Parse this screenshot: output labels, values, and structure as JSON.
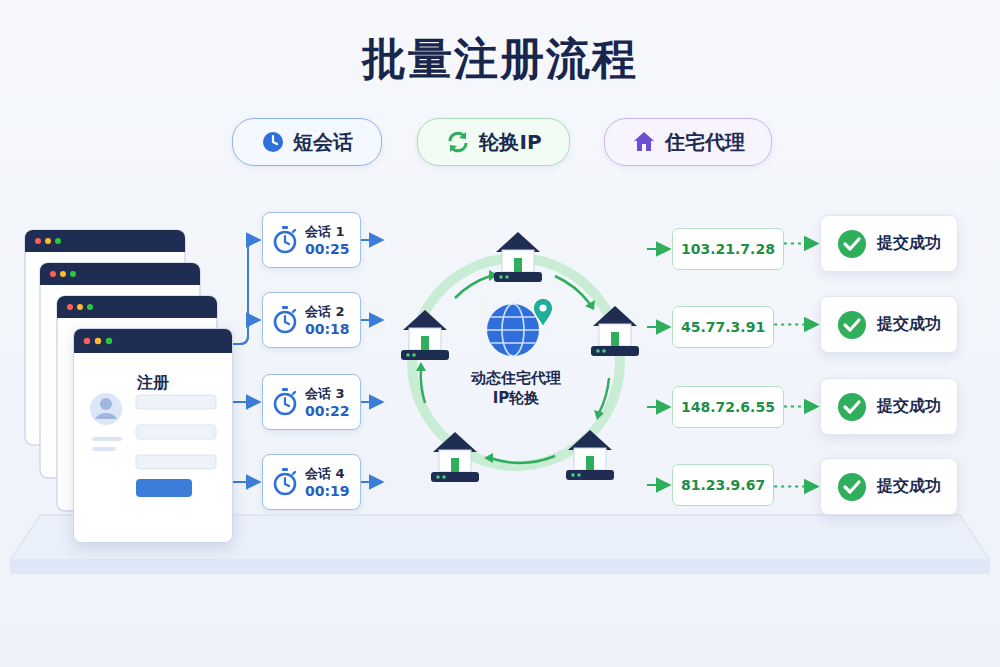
{
  "diagram": {
    "title": "批量注册流程",
    "nodes": [
      {
        "text": [
          "短会话"
        ]
      },
      {
        "text": [
          "轮换IP"
        ]
      },
      {
        "text": [
          "住宅代理"
        ]
      },
      {
        "text": [
          "注册"
        ]
      },
      {
        "text": [
          "会话 1",
          "00:25"
        ]
      },
      {
        "text": [
          "会话 2",
          "00:18"
        ]
      },
      {
        "text": [
          "会话 3",
          "00:22"
        ]
      },
      {
        "text": [
          "会话 4",
          "00:19"
        ]
      },
      {
        "text": [
          "动态住宅代理 IP轮换"
        ]
      },
      {
        "text": [
          "103.21.7.28"
        ]
      },
      {
        "text": [
          "45.77.3.91"
        ]
      },
      {
        "text": [
          "148.72.6.55"
        ]
      },
      {
        "text": [
          "81.23.9.67"
        ]
      },
      {
        "text": [
          "提交成功"
        ]
      },
      {
        "text": [
          "提交成功"
        ]
      },
      {
        "text": [
          "提交成功"
        ]
      },
      {
        "text": [
          "提交成功"
        ]
      }
    ],
    "edges": [
      {
        "from": 3,
        "to": 4,
        "arrow": "to"
      },
      {
        "from": 3,
        "to": 5,
        "arrow": "to"
      },
      {
        "from": 3,
        "to": 6,
        "arrow": "to"
      },
      {
        "from": 3,
        "to": 7,
        "arrow": "to"
      },
      {
        "from": 4,
        "to": 8,
        "arrow": "to"
      },
      {
        "from": 5,
        "to": 8,
        "arrow": "to"
      },
      {
        "from": 6,
        "to": 8,
        "arrow": "to"
      },
      {
        "from": 7,
        "to": 8,
        "arrow": "to"
      },
      {
        "from": 8,
        "to": 9,
        "arrow": "to"
      },
      {
        "from": 8,
        "to": 10,
        "arrow": "to"
      },
      {
        "from": 8,
        "to": 11,
        "arrow": "to"
      },
      {
        "from": 8,
        "to": 12,
        "arrow": "to"
      },
      {
        "from": 9,
        "to": 13,
        "arrow": "to"
      },
      {
        "from": 10,
        "to": 14,
        "arrow": "to"
      },
      {
        "from": 11,
        "to": 15,
        "arrow": "to"
      },
      {
        "from": 12,
        "to": 16,
        "arrow": "to"
      }
    ]
  }
}
